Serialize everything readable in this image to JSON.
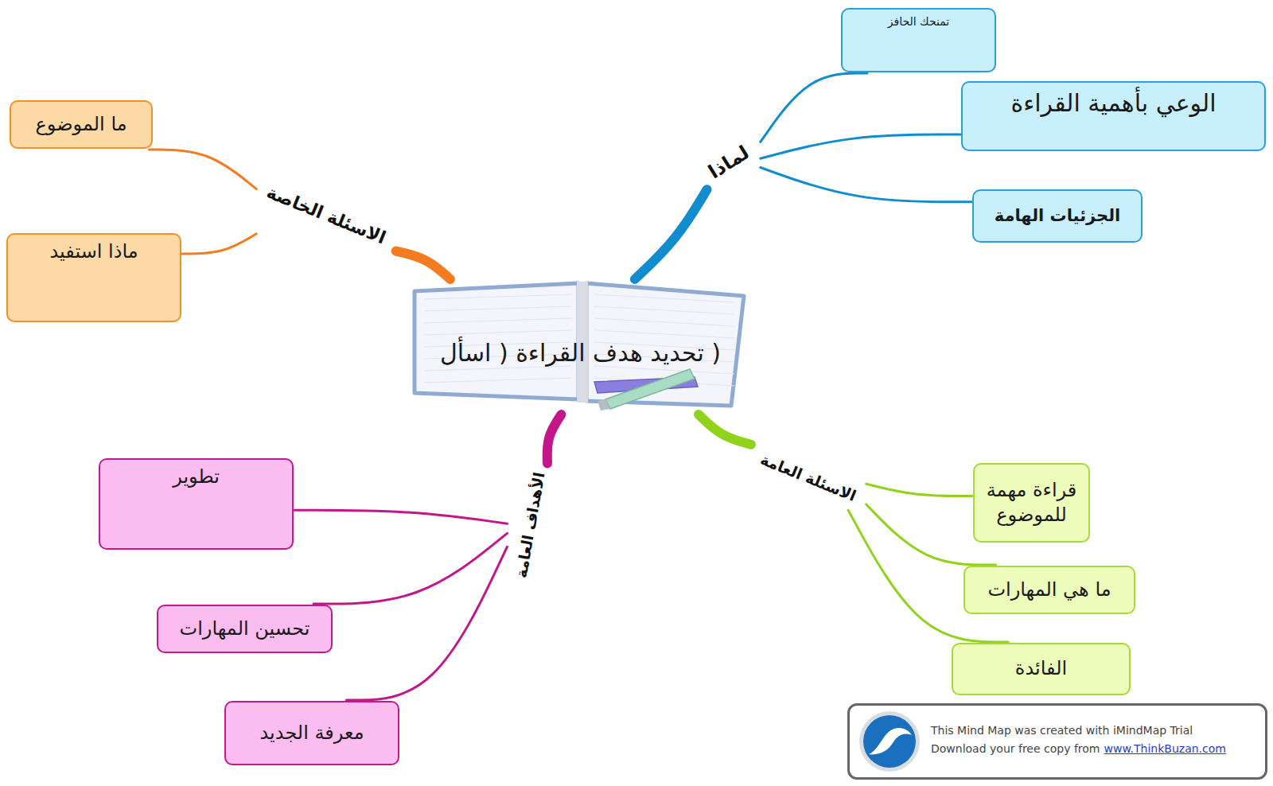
{
  "diagram": {
    "nodes": [
      {
        "text": [
          "( تحديد هدف القراءة ( اسأل"
        ]
      },
      {
        "text": [
          "لماذا"
        ]
      },
      {
        "text": [
          "تمنحك الحافز"
        ]
      },
      {
        "text": [
          "الوعي بأهمية القراءة"
        ]
      },
      {
        "text": [
          "الجزئيات الهامة"
        ]
      },
      {
        "text": [
          "الاسئلة الخاصة"
        ]
      },
      {
        "text": [
          "ما الموضوع"
        ]
      },
      {
        "text": [
          "ماذا استفيد"
        ]
      },
      {
        "text": [
          "الاسئلة العامة"
        ]
      },
      {
        "text": [
          "قراءة مهمة للموضوع"
        ]
      },
      {
        "text": [
          "ما هي المهارات"
        ]
      },
      {
        "text": [
          "الفائدة"
        ]
      },
      {
        "text": [
          "الأهداف العامة"
        ]
      },
      {
        "text": [
          "تطوير"
        ]
      },
      {
        "text": [
          "تحسين المهارات"
        ]
      },
      {
        "text": [
          "معرفة الجديد"
        ]
      }
    ],
    "edges": [
      {
        "from": 0,
        "to": 1,
        "arrow": "none"
      },
      {
        "from": 1,
        "to": 2,
        "arrow": "none"
      },
      {
        "from": 1,
        "to": 3,
        "arrow": "none"
      },
      {
        "from": 1,
        "to": 4,
        "arrow": "none"
      },
      {
        "from": 0,
        "to": 5,
        "arrow": "none"
      },
      {
        "from": 5,
        "to": 6,
        "arrow": "none"
      },
      {
        "from": 5,
        "to": 7,
        "arrow": "none"
      },
      {
        "from": 0,
        "to": 8,
        "arrow": "none"
      },
      {
        "from": 8,
        "to": 9,
        "arrow": "none"
      },
      {
        "from": 8,
        "to": 10,
        "arrow": "none"
      },
      {
        "from": 8,
        "to": 11,
        "arrow": "none"
      },
      {
        "from": 0,
        "to": 12,
        "arrow": "none"
      },
      {
        "from": 12,
        "to": 13,
        "arrow": "none"
      },
      {
        "from": 12,
        "to": 14,
        "arrow": "none"
      },
      {
        "from": 12,
        "to": 15,
        "arrow": "none"
      }
    ],
    "labels": [
      "This Mind Map was created with iMindMap Trial",
      "Download your free copy from",
      "www.ThinkBuzan.com"
    ]
  }
}
